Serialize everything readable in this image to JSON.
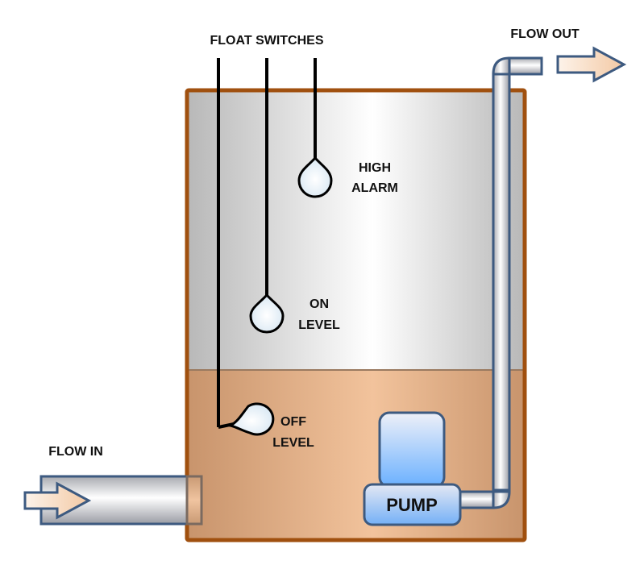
{
  "diagram": {
    "title_labels": {
      "float_switches": "FLOAT SWITCHES",
      "flow_out": "FLOW OUT",
      "flow_in": "FLOW IN"
    },
    "floats": [
      {
        "line1": "HIGH",
        "line2": "ALARM"
      },
      {
        "line1": "ON",
        "line2": "LEVEL"
      },
      {
        "line1": "OFF",
        "line2": "LEVEL"
      }
    ],
    "pump_label": "PUMP",
    "colors": {
      "tank_border": "#A0500F",
      "pipe_outline": "#3D5A80",
      "pump_fill": "#7FB2F0",
      "liquid": "#E8B48C",
      "air": "#D8D8D8"
    }
  }
}
